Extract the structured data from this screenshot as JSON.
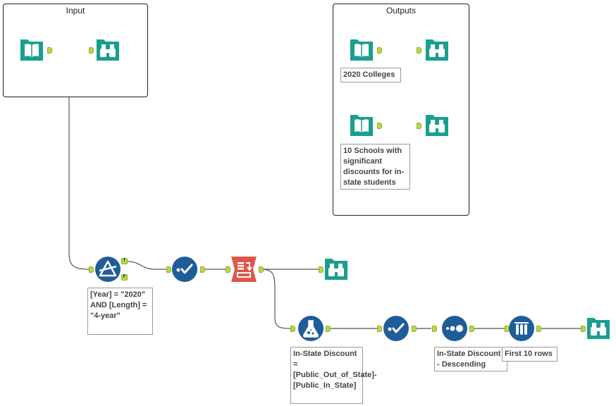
{
  "containers": {
    "input": {
      "title": "Input"
    },
    "outputs": {
      "title": "Outputs"
    }
  },
  "annotations": {
    "colleges_2020": "2020 Colleges",
    "ten_schools": "10 Schools with significant discounts for in-state students",
    "filter_expr": "[Year] = \"2020\" AND [Length] = \"4-year\"",
    "formula_expr": "In-State Discount = [Public_Out_of_State]-[Public_In_State]",
    "sort_desc": "In-State Discount - Descending",
    "first_rows": "First 10 rows"
  },
  "filter_anchors": {
    "true_label": "T",
    "false_label": "F"
  },
  "icons": {
    "input": "book-icon",
    "browse": "binoculars-icon",
    "filter": "filter-icon",
    "select": "checkmark-icon",
    "crosstab": "transpose-icon",
    "formula": "flask-icon",
    "sort": "dots-icon",
    "sample": "test-tubes-icon"
  },
  "colors": {
    "teal": "#1a9e8f",
    "blue": "#1f5d99",
    "orange": "#e0574a",
    "anchor": "#b8d84a"
  }
}
